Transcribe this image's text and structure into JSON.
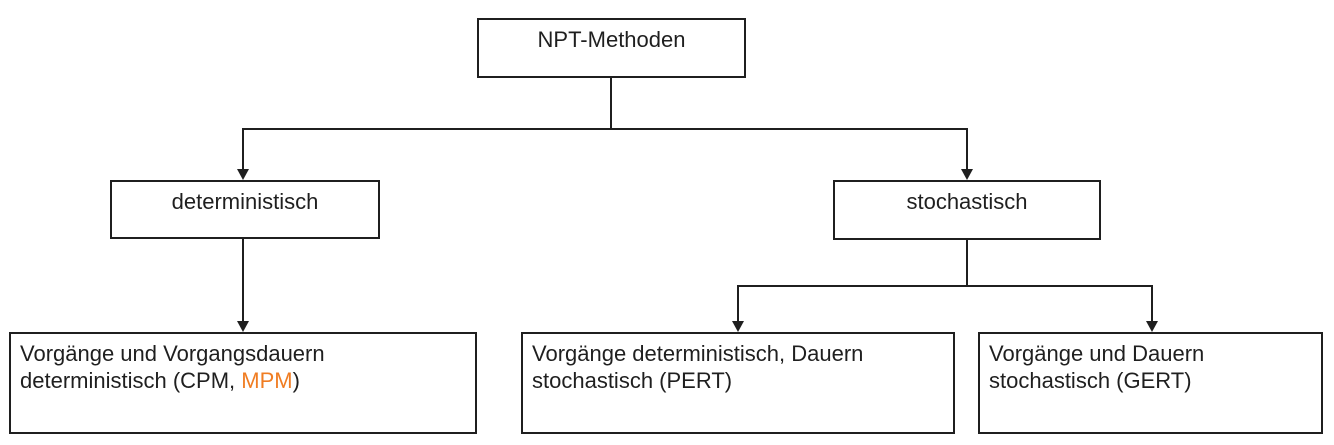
{
  "colors": {
    "line": "#1f1f1f",
    "text": "#1f1f1f",
    "highlight": "#F07D23",
    "background": "#ffffff"
  },
  "diagram": {
    "root": {
      "label": "NPT-Methoden"
    },
    "branches": {
      "deterministic": {
        "label": "deterministisch"
      },
      "stochastic": {
        "label": "stochastisch"
      }
    },
    "leaves": {
      "cpm_mpm": {
        "line1": "Vorgänge und Vorgangsdauern",
        "line2_prefix": "deterministisch (CPM, ",
        "line2_highlight": "MPM",
        "line2_suffix": ")"
      },
      "pert": {
        "line1": "Vorgänge deterministisch, Dauern",
        "line2": "stochastisch (PERT)"
      },
      "gert": {
        "line1": "Vorgänge und Dauern",
        "line2": "stochastisch (GERT)"
      }
    }
  }
}
